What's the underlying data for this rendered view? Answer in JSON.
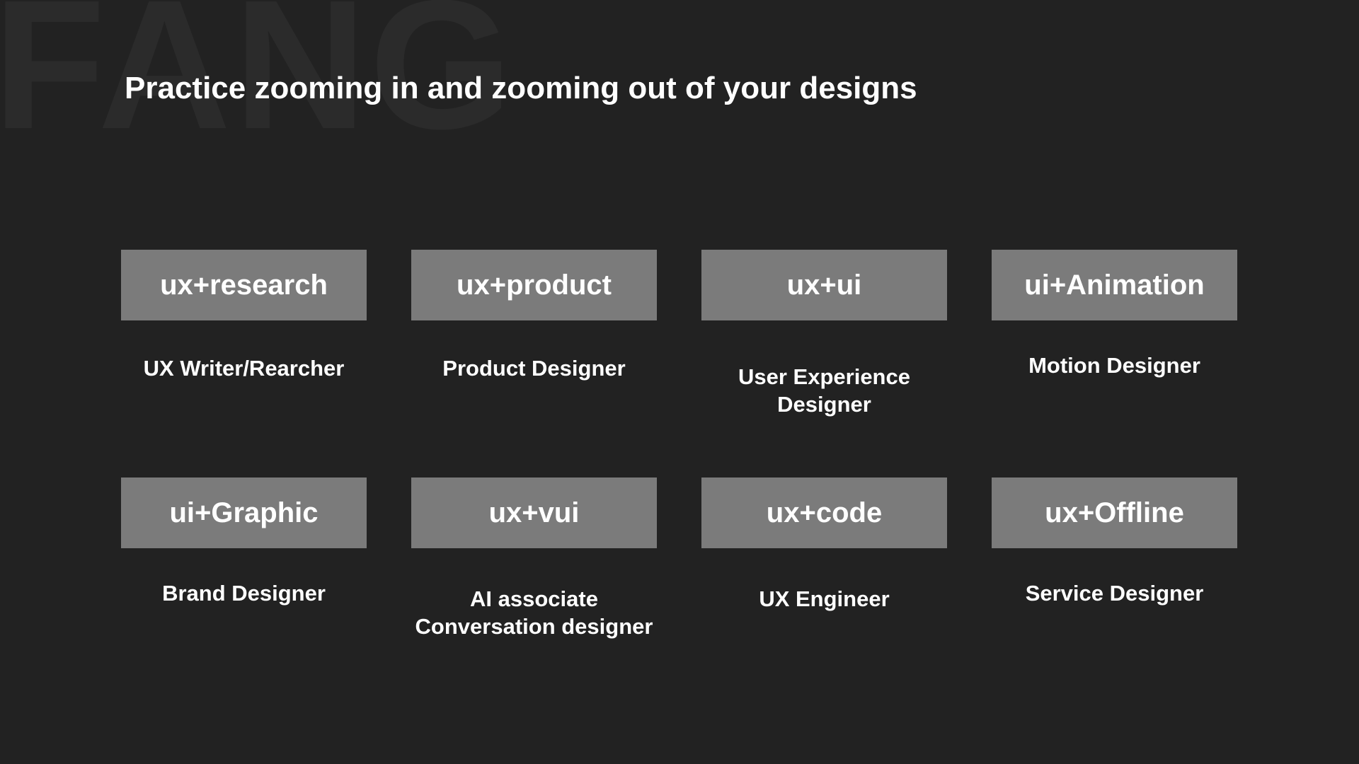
{
  "watermark": "FANG",
  "title": "Practice zooming in and zooming out of your designs",
  "cards": [
    {
      "tag": "ux+research",
      "role": "UX Writer/Rearcher"
    },
    {
      "tag": "ux+product",
      "role": "Product Designer"
    },
    {
      "tag": "ux+ui",
      "role": "User Experience Designer"
    },
    {
      "tag": "ui+Animation",
      "role": "Motion Designer"
    },
    {
      "tag": "ui+Graphic",
      "role": "Brand Designer"
    },
    {
      "tag": "ux+vui",
      "role": "AI associate Conversation designer"
    },
    {
      "tag": "ux+code",
      "role": "UX Engineer"
    },
    {
      "tag": "ux+Offline",
      "role": "Service Designer"
    }
  ],
  "colors": {
    "background": "#222222",
    "tag_background": "#7b7b7b",
    "text": "#ffffff",
    "watermark": "#2b2b2b"
  }
}
